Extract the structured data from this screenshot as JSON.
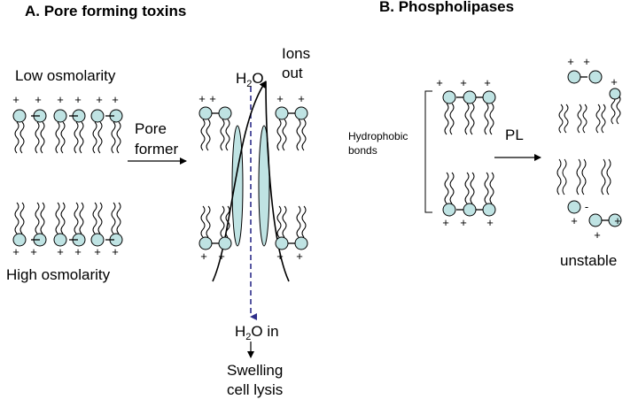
{
  "panel_a": {
    "title": "A.  Pore forming toxins",
    "low_osmolarity": "Low osmolarity",
    "high_osmolarity": "High osmolarity",
    "pore_former_line1": "Pore",
    "pore_former_line2": "former",
    "ions_line1": "Ions",
    "ions_line2": "out",
    "water_top_base": "H",
    "water_top_sub": "2",
    "water_top_end": "O",
    "water_in_base": "H",
    "water_in_sub": "2",
    "water_in_end": "O in",
    "swelling": "Swelling",
    "cell_lysis": "cell lysis"
  },
  "panel_b": {
    "title": "B.  Phospholipases",
    "hydrophobic_line1": "Hydrophobic",
    "hydrophobic_line2": "bonds",
    "pl": "PL",
    "unstable": "unstable"
  },
  "symbols": {
    "plus": "+",
    "minus": "-"
  },
  "colors": {
    "title": "#660066",
    "head_fill": "#bfe3e3",
    "pore_fill": "#bfe3e3",
    "dash": "#2e2e8a",
    "outline": "#000000"
  }
}
